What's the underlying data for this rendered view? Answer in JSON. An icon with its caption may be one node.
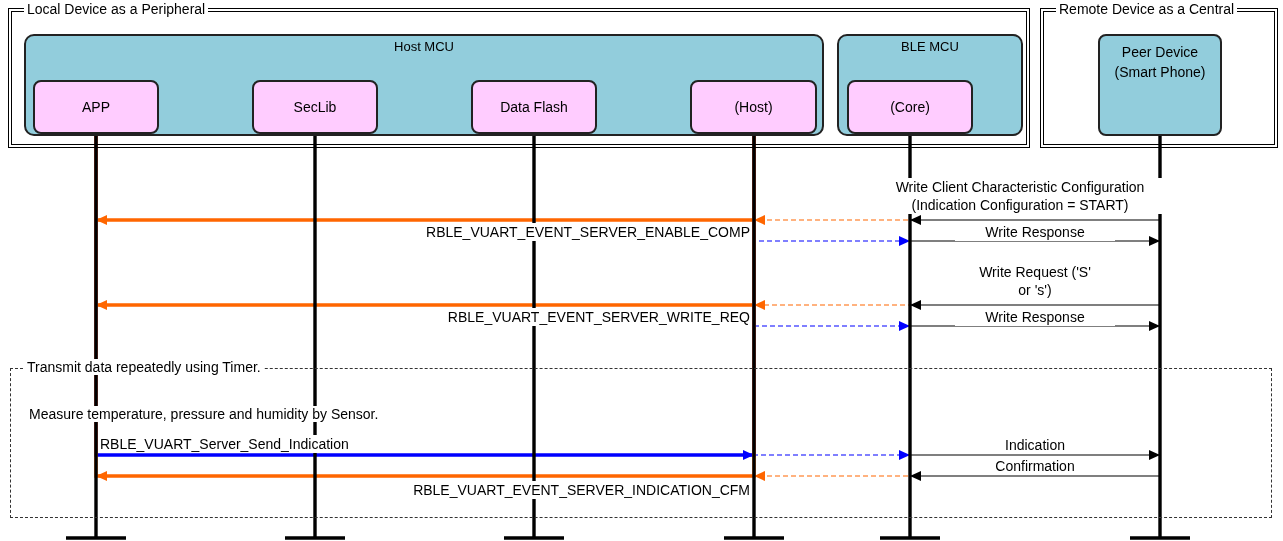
{
  "diagram": {
    "nodes": [
      {
        "text": [
          "Local Device as a Peripheral"
        ]
      },
      {
        "text": [
          "Host MCU"
        ],
        "in": 0
      },
      {
        "text": [
          "APP"
        ],
        "in": 1
      },
      {
        "text": [
          "SecLib"
        ],
        "in": 1
      },
      {
        "text": [
          "Data Flash"
        ],
        "in": 1
      },
      {
        "text": [
          "(Host)"
        ],
        "in": 1
      },
      {
        "text": [
          "BLE MCU"
        ],
        "in": 0
      },
      {
        "text": [
          "(Core)"
        ],
        "in": 6
      },
      {
        "text": [
          "Remote Device as a Central"
        ]
      },
      {
        "text": [
          "Peer Device (Smart Phone)"
        ],
        "in": 8
      }
    ],
    "labels": [
      "Transmit data repeatedly using Timer.",
      "Measure temperature, pressure and humidity by Sensor."
    ],
    "edges": [
      {
        "from": 9,
        "to": 7,
        "arrow": "to",
        "label": "Write Client Characteristic Configuration (Indication Configuration = START)"
      },
      {
        "from": 7,
        "to": 5,
        "arrow": "to",
        "style": "dashed",
        "color": "#ff6600"
      },
      {
        "from": 5,
        "to": 2,
        "arrow": "to",
        "style": "thick",
        "color": "#ff6600",
        "label": "RBLE_VUART_EVENT_SERVER_ENABLE_COMP"
      },
      {
        "from": 5,
        "to": 7,
        "arrow": "to",
        "style": "dashed",
        "color": "#0000ff"
      },
      {
        "from": 7,
        "to": 9,
        "arrow": "to",
        "label": "Write Response"
      },
      {
        "from": 9,
        "to": 7,
        "arrow": "to",
        "label": "Write Request ('S' or 's')"
      },
      {
        "from": 7,
        "to": 5,
        "arrow": "to",
        "style": "dashed",
        "color": "#ff6600"
      },
      {
        "from": 5,
        "to": 2,
        "arrow": "to",
        "style": "thick",
        "color": "#ff6600",
        "label": "RBLE_VUART_EVENT_SERVER_WRITE_REQ"
      },
      {
        "from": 5,
        "to": 7,
        "arrow": "to",
        "style": "dashed",
        "color": "#0000ff"
      },
      {
        "from": 7,
        "to": 9,
        "arrow": "to",
        "label": "Write Response"
      },
      {
        "from": 2,
        "to": 5,
        "arrow": "to",
        "style": "thick",
        "color": "#0000ff",
        "label": "RBLE_VUART_Server_Send_Indication"
      },
      {
        "from": 5,
        "to": 7,
        "arrow": "to",
        "style": "dashed",
        "color": "#0000ff"
      },
      {
        "from": 7,
        "to": 9,
        "arrow": "to",
        "label": "Indication"
      },
      {
        "from": 9,
        "to": 7,
        "arrow": "to",
        "label": "Confirmation"
      },
      {
        "from": 7,
        "to": 5,
        "arrow": "to",
        "style": "dashed",
        "color": "#ff6600"
      },
      {
        "from": 5,
        "to": 2,
        "arrow": "to",
        "style": "thick",
        "color": "#ff6600",
        "label": "RBLE_VUART_EVENT_SERVER_INDICATION_CFM"
      }
    ]
  }
}
